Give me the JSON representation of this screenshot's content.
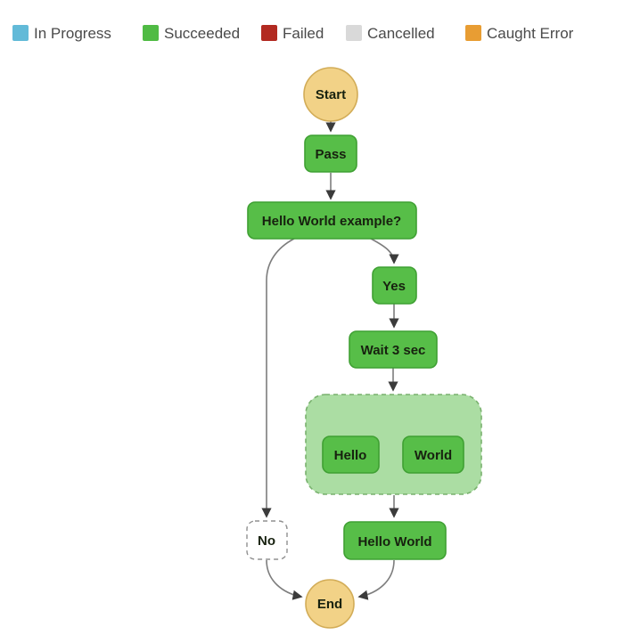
{
  "legend": {
    "items": [
      {
        "label": "In Progress",
        "color": "#62bad8"
      },
      {
        "label": "Succeeded",
        "color": "#50bb44"
      },
      {
        "label": "Failed",
        "color": "#b22a21"
      },
      {
        "label": "Cancelled",
        "color": "#d9d9d9"
      },
      {
        "label": "Caught Error",
        "color": "#e89d33"
      }
    ]
  },
  "colors": {
    "succeeded_fill": "#57be48",
    "terminal_fill": "#f2d287",
    "parallel_fill": "#abdda3",
    "not_executed_fill": "#ffffff"
  },
  "nodes": {
    "start": {
      "label": "Start"
    },
    "pass": {
      "label": "Pass"
    },
    "choice": {
      "label": "Hello World example?"
    },
    "yes": {
      "label": "Yes"
    },
    "no": {
      "label": "No"
    },
    "wait": {
      "label": "Wait 3 sec"
    },
    "hello": {
      "label": "Hello"
    },
    "world": {
      "label": "World"
    },
    "hello_world": {
      "label": "Hello World"
    },
    "end": {
      "label": "End"
    }
  }
}
